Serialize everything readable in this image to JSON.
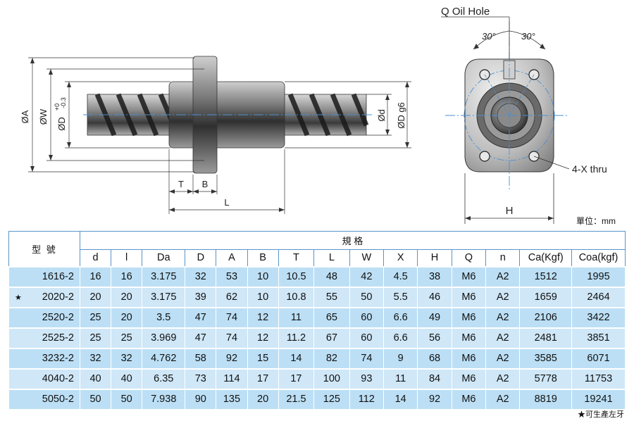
{
  "drawing": {
    "side_labels": {
      "dia_A": "ØA",
      "dia_W": "ØW",
      "dia_D_tol": "ØD",
      "tol_upper": "+0",
      "tol_lower": "-0.3",
      "dia_d": "Ød",
      "dia_D_g6": "ØD g6",
      "T": "T",
      "B": "B",
      "L": "L"
    },
    "front_labels": {
      "oil_hole": "Q Oil Hole",
      "angle_left": "30°",
      "angle_right": "30°",
      "thru": "4-X  thru",
      "H": "H"
    }
  },
  "unit_label": "單位：mm",
  "table": {
    "model_header": "型 號",
    "spec_header": "規 格",
    "columns": [
      "d",
      "l",
      "Da",
      "D",
      "A",
      "B",
      "T",
      "L",
      "W",
      "X",
      "H",
      "Q",
      "n",
      "Ca(Kgf)",
      "Coa(kgf)"
    ],
    "rows": [
      {
        "model": "1616-2",
        "star": "",
        "values": [
          "16",
          "16",
          "3.175",
          "32",
          "53",
          "10",
          "10.5",
          "48",
          "42",
          "4.5",
          "38",
          "M6",
          "A2",
          "1512",
          "1995"
        ]
      },
      {
        "model": "2020-2",
        "star": "★",
        "values": [
          "20",
          "20",
          "3.175",
          "39",
          "62",
          "10",
          "10.8",
          "55",
          "50",
          "5.5",
          "46",
          "M6",
          "A2",
          "1659",
          "2464"
        ]
      },
      {
        "model": "2520-2",
        "star": "",
        "values": [
          "25",
          "20",
          "3.5",
          "47",
          "74",
          "12",
          "11",
          "65",
          "60",
          "6.6",
          "49",
          "M6",
          "A2",
          "2106",
          "3422"
        ]
      },
      {
        "model": "2525-2",
        "star": "",
        "values": [
          "25",
          "25",
          "3.969",
          "47",
          "74",
          "12",
          "11.2",
          "67",
          "60",
          "6.6",
          "56",
          "M6",
          "A2",
          "2481",
          "3851"
        ]
      },
      {
        "model": "3232-2",
        "star": "",
        "values": [
          "32",
          "32",
          "4.762",
          "58",
          "92",
          "15",
          "14",
          "82",
          "74",
          "9",
          "68",
          "M6",
          "A2",
          "3585",
          "6071"
        ]
      },
      {
        "model": "4040-2",
        "star": "",
        "values": [
          "40",
          "40",
          "6.35",
          "73",
          "114",
          "17",
          "17",
          "100",
          "93",
          "11",
          "84",
          "M6",
          "A2",
          "5778",
          "11753"
        ]
      },
      {
        "model": "5050-2",
        "star": "",
        "values": [
          "50",
          "50",
          "7.938",
          "90",
          "135",
          "20",
          "21.5",
          "125",
          "112",
          "14",
          "92",
          "M6",
          "A2",
          "8819",
          "19241"
        ]
      }
    ]
  },
  "footnote": "★可生產左牙"
}
